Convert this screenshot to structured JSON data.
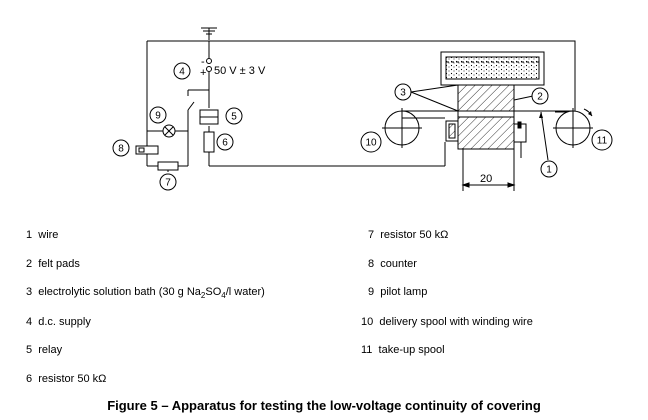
{
  "diagram": {
    "supply_label": "50 V ± 3 V",
    "supply_plus": "+",
    "supply_minus": "-",
    "dimension_label": "20",
    "callouts": [
      "1",
      "2",
      "3",
      "4",
      "5",
      "6",
      "7",
      "8",
      "9",
      "10",
      "11"
    ]
  },
  "legend": {
    "left": [
      {
        "num": "1",
        "text": "wire"
      },
      {
        "num": "2",
        "text": "felt pads"
      },
      {
        "num": "3",
        "text_pre": "electrolytic solution bath (30 g Na",
        "sub1": "2",
        "text_mid": "SO",
        "sub2": "4",
        "text_post": "/l water)"
      },
      {
        "num": "4",
        "text": "d.c. supply"
      },
      {
        "num": "5",
        "text": "relay"
      },
      {
        "num": "6",
        "text": "resistor 50 kΩ"
      }
    ],
    "right": [
      {
        "num": "7",
        "text": "resistor 50 kΩ"
      },
      {
        "num": "8",
        "text": "counter"
      },
      {
        "num": "9",
        "text": "pilot lamp"
      },
      {
        "num": "10",
        "text": "delivery spool with winding wire"
      },
      {
        "num": "11",
        "text": "take-up spool"
      }
    ]
  },
  "caption": "Figure 5 – Apparatus for testing the low-voltage continuity of covering"
}
